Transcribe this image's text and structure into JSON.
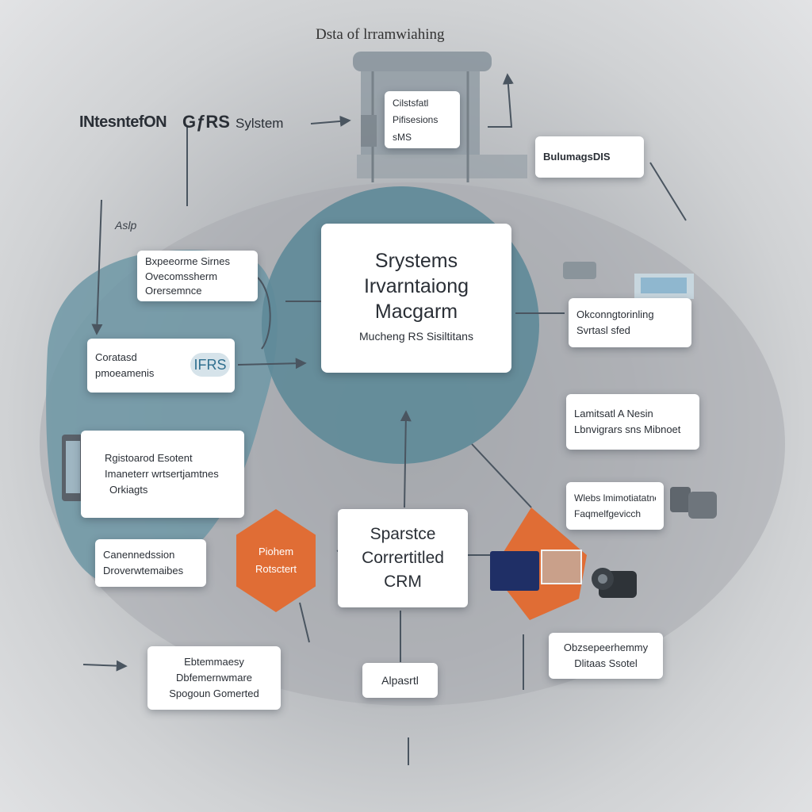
{
  "colors": {
    "teal": "#6f98a6",
    "teal_dark": "#5e8998",
    "orange": "#e06d35",
    "card": "#ffffff",
    "connector": "#4a5560",
    "text": "#2a2f36"
  },
  "header": {
    "top_title": "Dsta  of lrramwiahing",
    "left_label_a": "INtesntefON",
    "left_label_b": "GƒRS",
    "left_label_c": "Sylstem",
    "asp_label": "Aslp"
  },
  "top_stack": {
    "lines": [
      "Cilstsfatl",
      "Pifisesions",
      "sMS"
    ]
  },
  "top_right_card": {
    "lines": [
      "BulumagsDIS"
    ]
  },
  "center_card": {
    "title_lines": [
      "Srystems",
      "Irvarntaiong",
      "Macgarm"
    ],
    "subtitle": "Mucheng RS Sisiltitans"
  },
  "left_cards": [
    {
      "lines": [
        "Bxpeeorme Sirnes",
        "Ovecomssherm",
        "Orersemnce"
      ]
    },
    {
      "lines": [
        "Coratasd",
        "pmoeamenis"
      ],
      "badge": "IFRS"
    },
    {
      "lines": [
        "Rgistoarod  Esotent",
        "Imaneterr wrtsertjamtnes",
        "Orkiagts"
      ]
    },
    {
      "lines": [
        "Canennedssion",
        "Droverwtemaibes"
      ]
    }
  ],
  "right_cards": [
    {
      "lines": [
        "Okconngtorinling",
        "Svrtasl sfed"
      ]
    },
    {
      "lines": [
        "Lamitsatl A Nesin",
        "Lbnvigrars sns Mibnoet"
      ]
    },
    {
      "lines": [
        "Wlebs lmimotiatatnes",
        "Faqmelfgevicch"
      ]
    },
    {
      "lines": [
        "Obzsepeerhemmy",
        "Dlitaas Ssotel"
      ]
    }
  ],
  "hex_left": {
    "lines": [
      "Piohem",
      "Rotsctert"
    ]
  },
  "bottom_center_card": {
    "lines": [
      "Sparstce",
      "Corrertitled",
      "CRM"
    ]
  },
  "bottom_cards": [
    {
      "lines": [
        "Ebtemmaesy",
        "Dbfemernwmare",
        "Spogoun Gomerted"
      ]
    },
    {
      "lines": [
        "Alpasrtl"
      ]
    }
  ]
}
